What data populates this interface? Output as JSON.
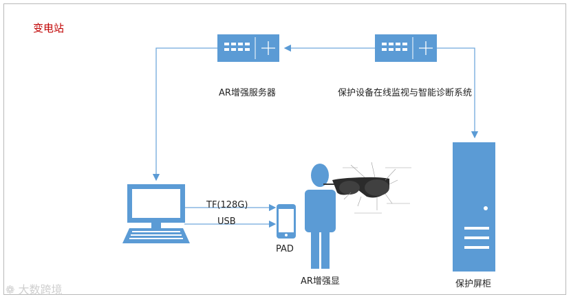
{
  "site_title": "变电站",
  "nodes": {
    "ar_server": {
      "label": "AR增强服务器"
    },
    "protection_system": {
      "label": "保护设备在线监视与智能诊断系统"
    },
    "pad": {
      "label": "PAD"
    },
    "ar_display": {
      "label": "AR增强显"
    },
    "cabinet": {
      "label": "保护屏柜"
    }
  },
  "links": {
    "tf_card": "TF(128G)",
    "usb": "USB"
  },
  "watermark": "大数跨境",
  "colors": {
    "blue": "#5b9bd5",
    "line": "#6fa8dc",
    "title": "#c00000"
  }
}
